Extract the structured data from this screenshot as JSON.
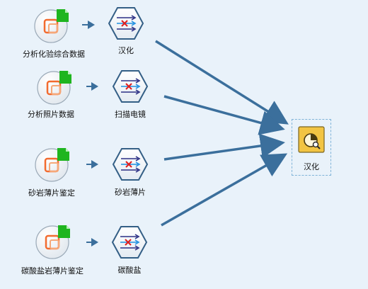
{
  "sources": [
    {
      "label": "分析化验综合数据"
    },
    {
      "label": "分析照片数据"
    },
    {
      "label": "砂岩薄片鉴定"
    },
    {
      "label": "碳酸盐岩薄片鉴定"
    }
  ],
  "operations": [
    {
      "label": "汉化"
    },
    {
      "label": "扫描电镜"
    },
    {
      "label": "砂岩薄片"
    },
    {
      "label": "碳酸盐"
    }
  ],
  "output": {
    "label": "汉化"
  },
  "colors": {
    "background": "#e9f2fa",
    "edge": "#3b6f9c",
    "source_ring": "#f26b2f",
    "file_badge": "#1fb51f",
    "output_fill": "#f2c443"
  }
}
